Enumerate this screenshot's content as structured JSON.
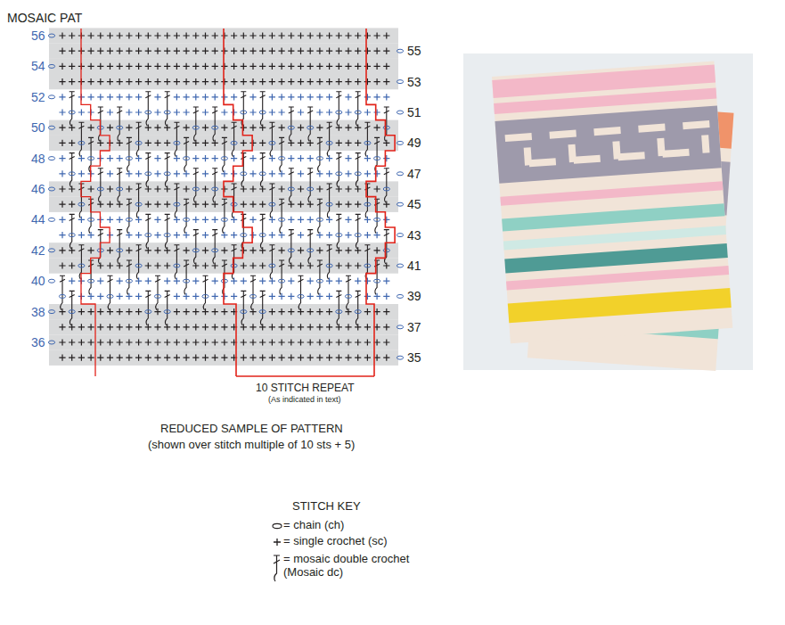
{
  "diagram": {
    "title": "MOSAIC PAT",
    "labels": [
      "56",
      "54",
      "52",
      "50",
      "48",
      "46",
      "44",
      "42",
      "40",
      "38",
      "36",
      "55",
      "53",
      "51",
      "49",
      "47",
      "45",
      "43",
      "41",
      "39",
      "37",
      "35",
      "10 STITCH REPEAT",
      "(As indicated in text)",
      "REDUCED SAMPLE OF PATTERN",
      "(shown over stitch multiple of 10 sts + 5)",
      "STITCH KEY"
    ],
    "legend": [
      {
        "text": "= chain (ch)"
      },
      {
        "text": "= single crochet (sc)"
      },
      {
        "text": "= mosaic double crochet (Mosaic dc)"
      }
    ]
  }
}
